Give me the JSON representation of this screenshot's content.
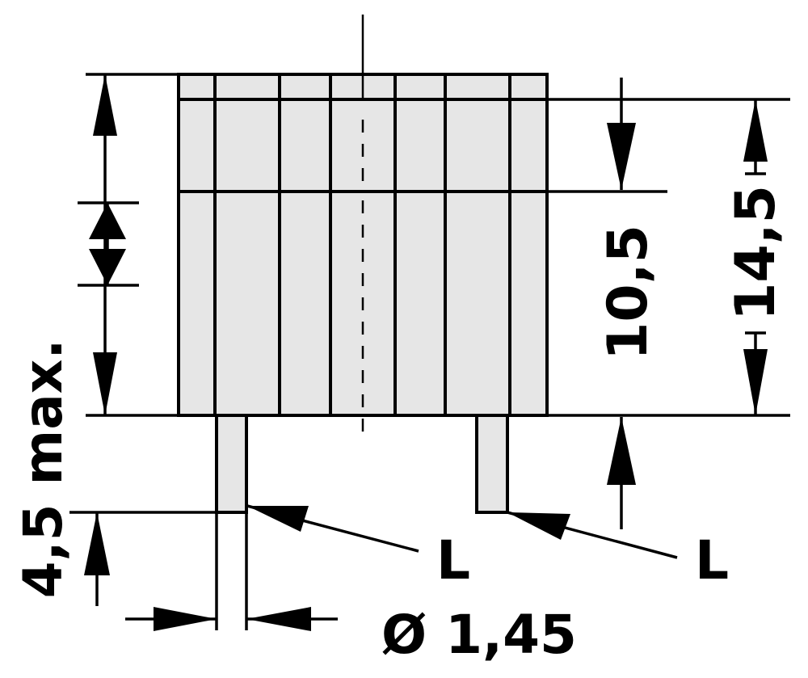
{
  "colors": {
    "body_fill": "#e6e6e6",
    "stroke": "#000000",
    "background": "#ffffff"
  },
  "dimensions": {
    "height_overall": "14,5",
    "height_body": "10,5",
    "pin_length": "4,5 max.",
    "pin_diameter": "Ø 1,45"
  },
  "labels": {
    "pin_left": "L",
    "pin_right": "L"
  }
}
